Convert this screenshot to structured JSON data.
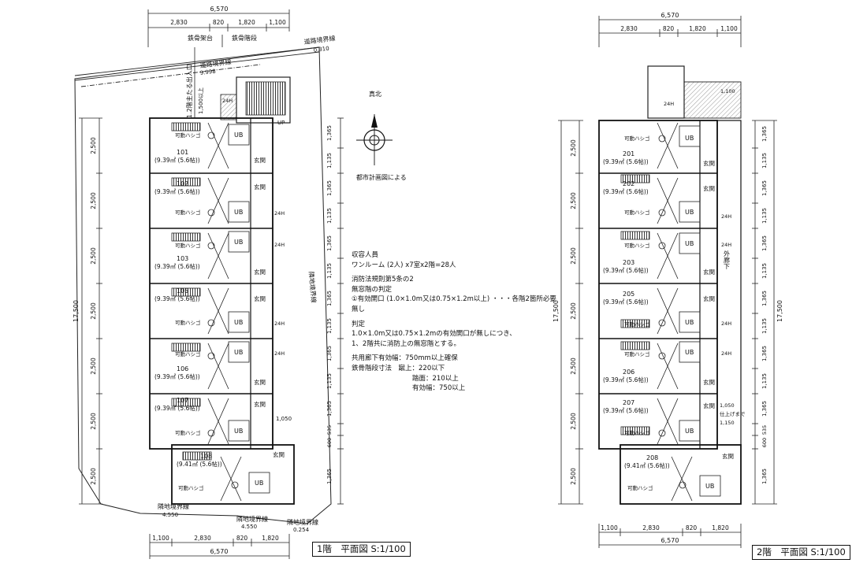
{
  "floor1": {
    "title": "1階　平面図 S:1/100",
    "overall_width": "6,570",
    "top_dims": [
      "2,830",
      "820",
      "1,820",
      "1,100"
    ],
    "bottom_dims": [
      "1,100",
      "2,830",
      "820",
      "1,820"
    ],
    "overall_height": "17,500",
    "left_dims": [
      "2,500",
      "2,500",
      "2,500",
      "2,500",
      "2,500",
      "2,500",
      "2,500"
    ],
    "right_dims": [
      "1,365",
      "1,135",
      "1,365",
      "1,135",
      "1,365",
      "1,135",
      "1,365",
      "1,135",
      "1,365",
      "1,135",
      "1,365",
      "535",
      "600",
      "1,365"
    ],
    "units": [
      {
        "number": "101",
        "area": "(9.39㎡ (5.6帖))"
      },
      {
        "number": "102",
        "area": "(9.39㎡ (5.6帖))"
      },
      {
        "number": "103",
        "area": "(9.39㎡ (5.6帖))"
      },
      {
        "number": "105",
        "area": "(9.39㎡ (5.6帖))"
      },
      {
        "number": "106",
        "area": "(9.39㎡ (5.6帖))"
      },
      {
        "number": "107",
        "area": "(9.39㎡ (5.6帖))"
      },
      {
        "number": "108",
        "area": "(9.41㎡ (5.6帖))"
      }
    ],
    "labels": {
      "steel_stand": "鉄骨架台",
      "steel_stair": "鉄骨階段",
      "road_boundary": "道路境界線",
      "road_boundary_dim": "0.310",
      "road_boundary_2": "道路境界線",
      "road_boundary_2_dim": "9.998",
      "main_exit": "1.2階主たる出入口",
      "main_exit_width": "1,500以上",
      "entrance": "玄関",
      "ladder": "可動ハシゴ",
      "unit_bath": "UB",
      "up": "UP",
      "vent": "24H",
      "site_boundary": "隣地境界線",
      "site_boundary_bottom_1": "隣地境界線",
      "site_boundary_bottom_1_dim": "4.550",
      "site_boundary_bottom_2": "隣地境界線",
      "site_boundary_bottom_2_dim": "4.550",
      "site_boundary_bottom_3": "隣地境界線",
      "site_boundary_bottom_3_dim": "0.254",
      "opening_dim": "1,050"
    }
  },
  "floor2": {
    "title": "2階　平面図 S:1/100",
    "overall_width": "6,570",
    "top_dims": [
      "2,830",
      "820",
      "1,820",
      "1,100"
    ],
    "bottom_dims": [
      "1,100",
      "2,830",
      "820",
      "1,820"
    ],
    "overall_height": "17,500",
    "left_dims": [
      "2,500",
      "2,500",
      "2,500",
      "2,500",
      "2,500",
      "2,500",
      "2,500"
    ],
    "right_dims": [
      "1,365",
      "1,135",
      "1,365",
      "1,135",
      "1,365",
      "1,135",
      "1,365",
      "1,135",
      "1,365",
      "1,135",
      "1,365",
      "535",
      "600",
      "1,365"
    ],
    "units": [
      {
        "number": "201",
        "area": "(9.39㎡ (5.6帖))"
      },
      {
        "number": "202",
        "area": "(9.39㎡ (5.6帖))"
      },
      {
        "number": "203",
        "area": "(9.39㎡ (5.6帖))"
      },
      {
        "number": "205",
        "area": "(9.39㎡ (5.6帖))"
      },
      {
        "number": "206",
        "area": "(9.39㎡ (5.6帖))"
      },
      {
        "number": "207",
        "area": "(9.39㎡ (5.6帖))"
      },
      {
        "number": "208",
        "area": "(9.41㎡ (5.6帖))"
      }
    ],
    "labels": {
      "corridor": "外廊下",
      "finish_height": "仕上げまで",
      "finish_dims": [
        "1,050",
        "1,150"
      ],
      "top_dim_right": "1,100",
      "vent": "24H",
      "entrance": "玄関",
      "ladder": "可動ハシゴ",
      "unit_bath": "UB"
    }
  },
  "compass": {
    "label": "真北",
    "note": "都市計画図による"
  },
  "notes": {
    "capacity_heading": "収容人員",
    "capacity": "ワンルーム (2人) x7室x2階=28人",
    "fire_rule": "消防法規則第5条の2",
    "windowless_check": "無窓階の判定",
    "opening_condition": "①有効開口 (1.0×1.0m又は0.75×1.2m以上) ・・・各階2箇所必要",
    "opening_none": "無し",
    "judgement_heading": "判定",
    "judgement_1": "1.0×1.0m又は0.75×1.2mの有効開口が無しにつき、",
    "judgement_2": "1、2階共に消防上の無窓階とする。",
    "corridor_width": "共用廊下有効幅：750mm以上確保",
    "stair_dims": "鉄骨階段寸法　蹴上：220以下",
    "tread": "踏面：210以上",
    "effective_width": "有効幅：750以上"
  }
}
